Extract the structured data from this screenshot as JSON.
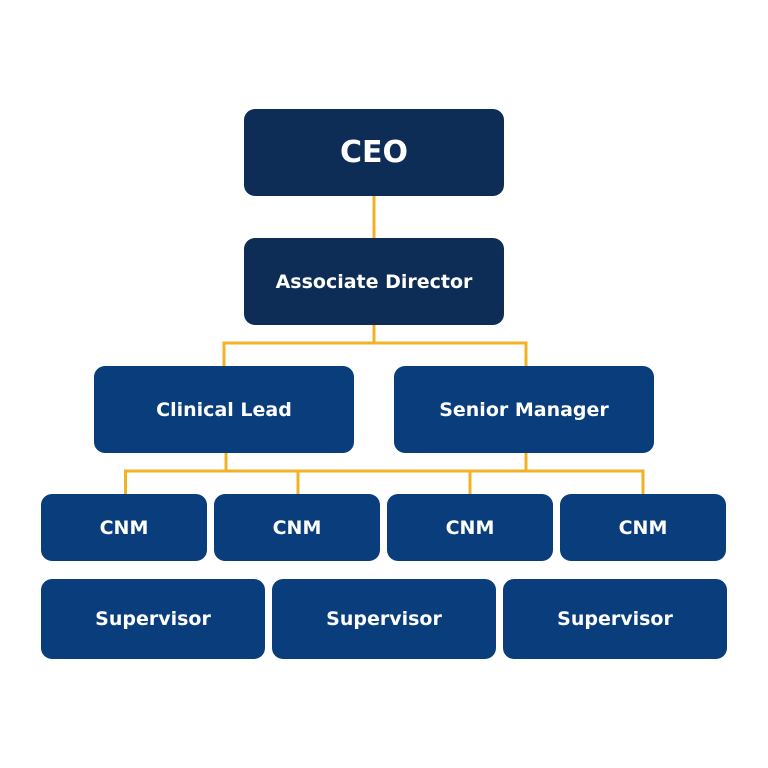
{
  "colors": {
    "background": "#ffffff",
    "executive_box": "#0d2d56",
    "staff_box": "#093d7c",
    "connector": "#f2b126",
    "text": "#ffffff"
  },
  "org_chart": {
    "ceo": "CEO",
    "associate_director": "Associate Director",
    "clinical_lead": "Clinical Lead",
    "senior_manager": "Senior Manager",
    "cnms": [
      "CNM",
      "CNM",
      "CNM",
      "CNM"
    ],
    "supervisors": [
      "Supervisor",
      "Supervisor",
      "Supervisor"
    ]
  }
}
